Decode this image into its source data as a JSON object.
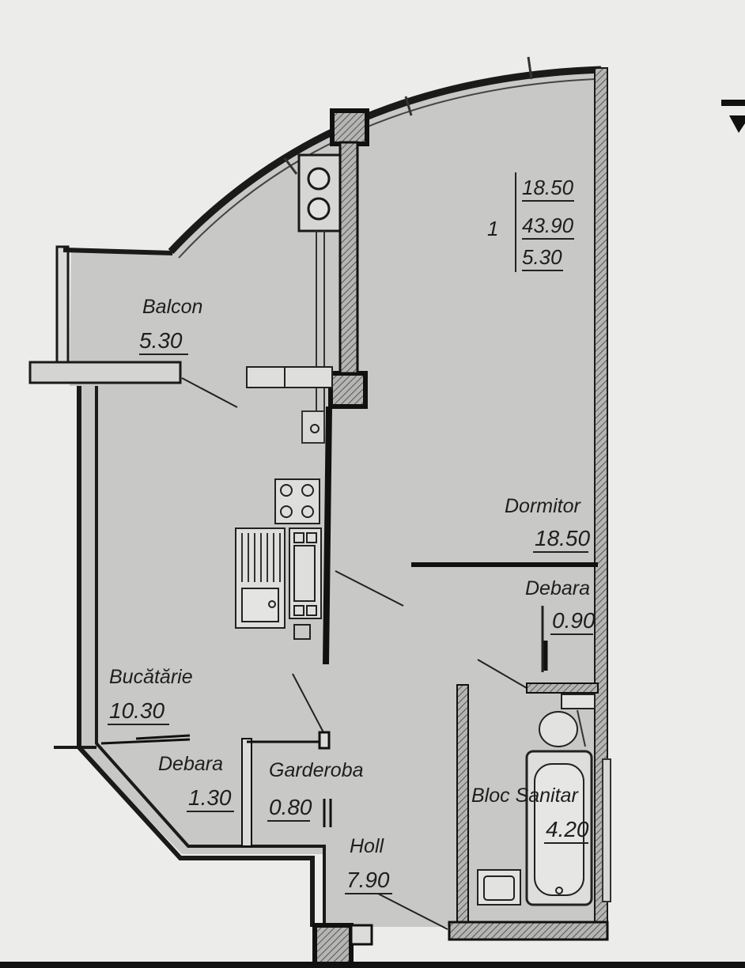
{
  "plan": {
    "apartment_number": "1",
    "summary": [
      "18.50",
      "43.90",
      "5.30"
    ],
    "rooms": {
      "balcon": {
        "name": "Balcon",
        "area": "5.30"
      },
      "dormitor": {
        "name": "Dormitor",
        "area": "18.50"
      },
      "debara_small": {
        "name": "Debara",
        "area": "0.90"
      },
      "bucatarie": {
        "name": "Bucătărie",
        "area": "10.30"
      },
      "debara_large": {
        "name": "Debara",
        "area": "1.30"
      },
      "garderoba": {
        "name": "Garderoba",
        "area": "0.80"
      },
      "holl": {
        "name": "Holl",
        "area": "7.90"
      },
      "bloc_sanitar": {
        "name": "Bloc Sanitar",
        "area": "4.20"
      }
    }
  },
  "colors": {
    "floor": "#c9c9c7",
    "wall": "#161616",
    "hatch": "#6e6e6e",
    "paper": "#ececea"
  }
}
